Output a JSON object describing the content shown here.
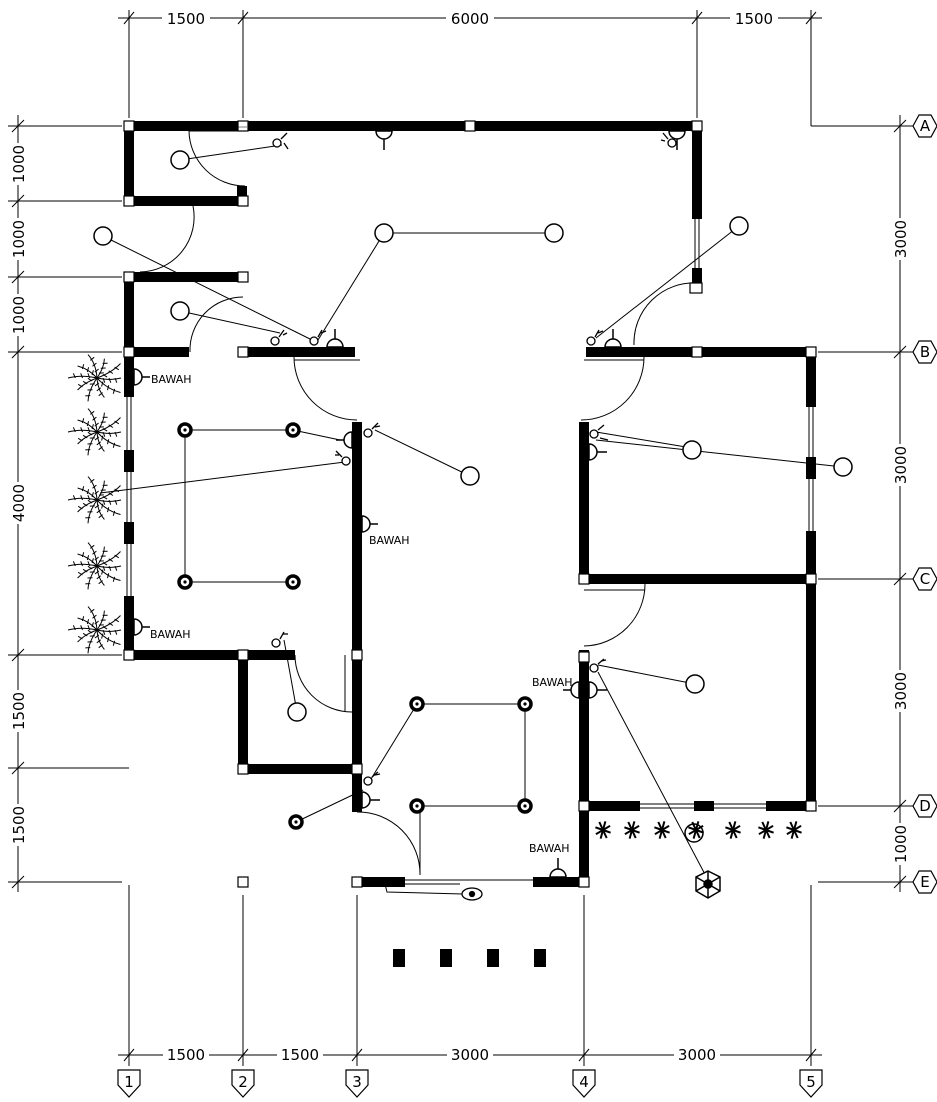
{
  "dimensions": {
    "top": [
      "1500",
      "6000",
      "1500"
    ],
    "bottom": [
      "1500",
      "1500",
      "3000",
      "3000"
    ],
    "left": [
      "1000",
      "1000",
      "1000",
      "4000",
      "1500",
      "1500"
    ],
    "right": [
      "3000",
      "3000",
      "3000",
      "1000"
    ]
  },
  "grid": {
    "rows": [
      "A",
      "B",
      "C",
      "D",
      "E"
    ],
    "cols": [
      "1",
      "2",
      "3",
      "4",
      "5"
    ]
  },
  "labels": {
    "bawah": "BAWAH"
  },
  "colors": {
    "wall": "#000000",
    "line": "#000000",
    "background": "#ffffff"
  }
}
